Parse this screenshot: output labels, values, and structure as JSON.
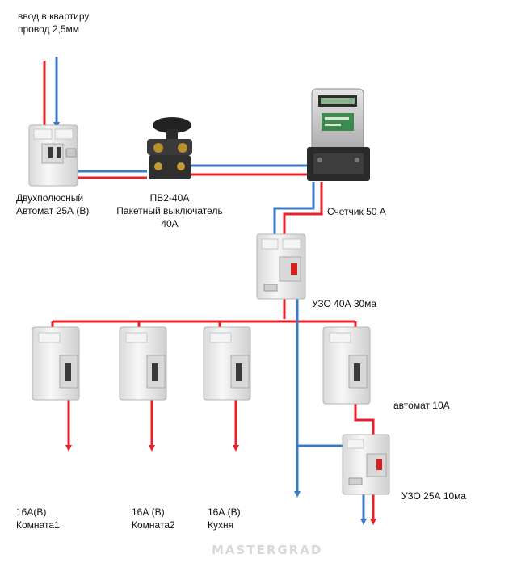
{
  "labels": {
    "input_line1": "ввод в квартиру",
    "input_line2": "провод 2,5мм",
    "breaker_line1": "Двухполюсный",
    "breaker_line2": "Автомат 25А (В)",
    "switch_line1": "ПВ2-40А",
    "switch_line2": "Пакетный выключатель",
    "switch_line3": "40А",
    "meter": "Счетчик 50 А",
    "rcd_main": "УЗО 40А 30ма",
    "auto_10": "автомат 10А",
    "rcd_25": "УЗО 25А 10ма",
    "room1_rating": "16А(В)",
    "room1_name": "Комната1",
    "room2_rating": "16А  (В)",
    "room2_name": "Комната2",
    "kitchen_rating": "16А     (В)",
    "kitchen_name": "Кухня"
  },
  "watermark": "MASTERGRAD",
  "colors": {
    "phase": "#e8202a",
    "neutral": "#3d78c4",
    "device_body": "#eeeeee",
    "lever_red": "#d42020",
    "switch_dark": "#2a2a2a"
  },
  "icons": [
    "double-pole-breaker-icon",
    "packet-switch-icon",
    "electricity-meter-icon",
    "rcd-icon",
    "single-pole-breaker-icon"
  ]
}
